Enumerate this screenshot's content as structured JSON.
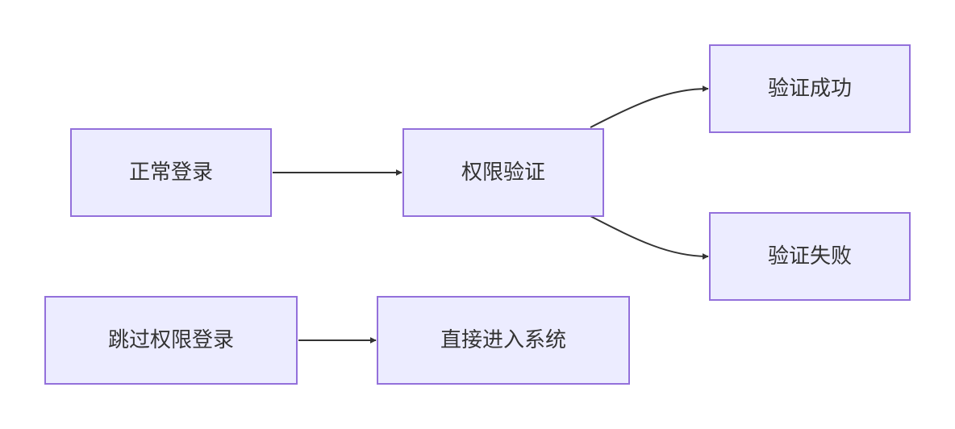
{
  "diagram": {
    "type": "flowchart",
    "direction": "LR",
    "colors": {
      "node_fill": "#ececff",
      "node_stroke": "#9370db",
      "edge": "#333333",
      "text": "#333333"
    },
    "nodes": {
      "normal_login": "正常登录",
      "permission_check": "权限验证",
      "verify_success": "验证成功",
      "verify_failure": "验证失败",
      "skip_permission_login": "跳过权限登录",
      "enter_system_directly": "直接进入系统"
    },
    "edges": [
      {
        "from": "normal_login",
        "to": "permission_check"
      },
      {
        "from": "permission_check",
        "to": "verify_success"
      },
      {
        "from": "permission_check",
        "to": "verify_failure"
      },
      {
        "from": "skip_permission_login",
        "to": "enter_system_directly"
      }
    ]
  }
}
